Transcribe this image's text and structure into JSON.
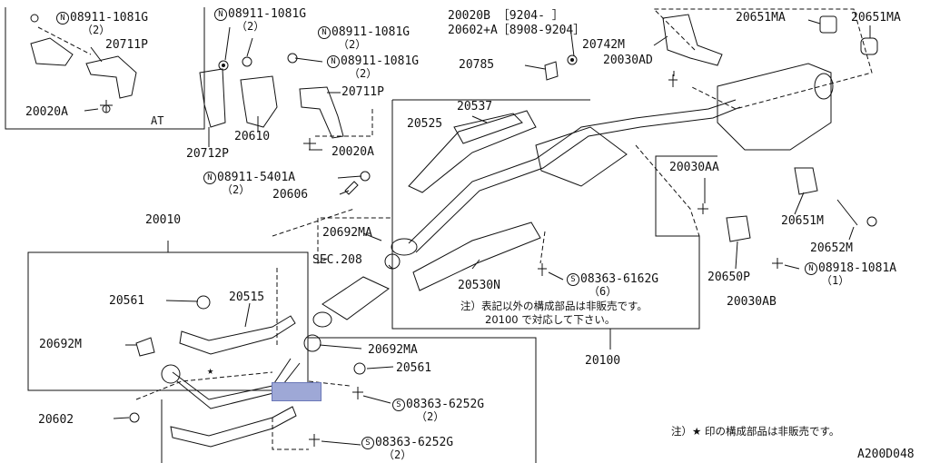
{
  "diagram": {
    "ref_code": "A200D048",
    "at_label": "AT",
    "note_star": "注）★ 印の構成部品は非販売です。",
    "note_main_1": "注）表記以外の構成部品は非販売です。",
    "note_main_2": "20100 で対応して下さい。",
    "star_mark": "★",
    "nut_prefix": "N",
    "screw_prefix": "S",
    "labels": {
      "p1": "08911-1081G",
      "p1q": "（2）",
      "p2": "20711P",
      "p3": "20020A",
      "p4": "08911-1081G",
      "p4q": "（2）",
      "p5": "08911-1081G",
      "p5q": "（2）",
      "p6": "08911-1081G",
      "p6q": "（2）",
      "p7": "20711P",
      "p8": "20712P",
      "p9": "20610",
      "p10": "20020A",
      "p11": "08911-5401A",
      "p11q": "（2）",
      "p12": "20606",
      "p13": "20020B ［9204-     ］",
      "p14": "20602+A［8908-9204］",
      "p15": "20742M",
      "p16": "20785",
      "p17": "20030AD",
      "p18": "20651MA",
      "p19": "20651MA",
      "p20": "20537",
      "p21": "20525",
      "p22": "20030AA",
      "p23": "20651M",
      "p24": "20652M",
      "p25": "08918-1081A",
      "p25q": "（1）",
      "p26": "20650P",
      "p27": "20030AB",
      "p28": "20010",
      "p29": "20692MA",
      "p30": "SEC.208",
      "p31": "20530N",
      "p32": "08363-6162G",
      "p32q": "（6）",
      "p33": "20561",
      "p34": "20515",
      "p35": "20692M",
      "p36": "20692MA",
      "p37": "20561",
      "p38": "08363-6252G",
      "p38q": "（2）",
      "p39": "20100",
      "p40": "20602",
      "p41": "08363-6252G",
      "p41q": "（2）"
    }
  }
}
